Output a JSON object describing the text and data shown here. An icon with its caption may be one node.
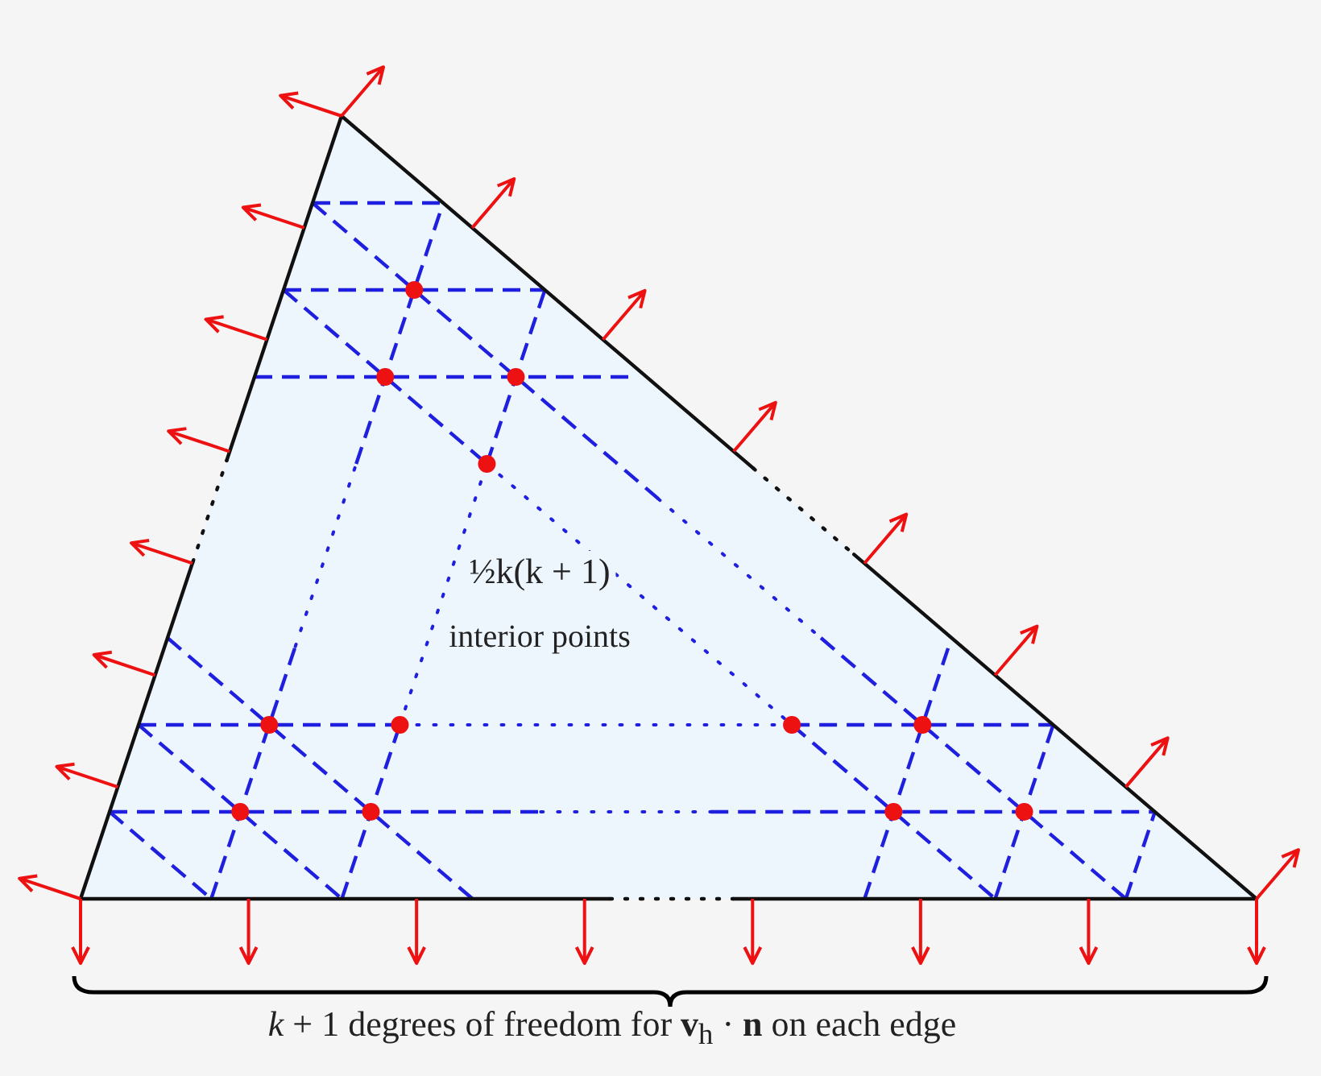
{
  "diagram": {
    "labels": [
      "½k(k + 1)",
      "interior points",
      "*k* + 1 degrees of freedom for **v**$_{h}$ · **n** on each edge"
    ]
  }
}
